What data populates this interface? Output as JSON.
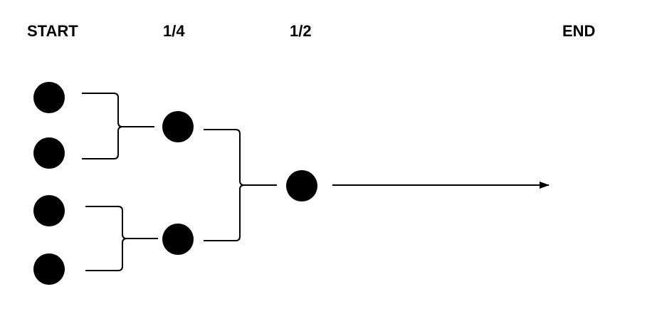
{
  "labels": {
    "start": "START",
    "quarter": "1/4",
    "half": "1/2",
    "end": "END"
  },
  "colors": {
    "node": "#000000",
    "line": "#000000",
    "background": "#ffffff"
  }
}
